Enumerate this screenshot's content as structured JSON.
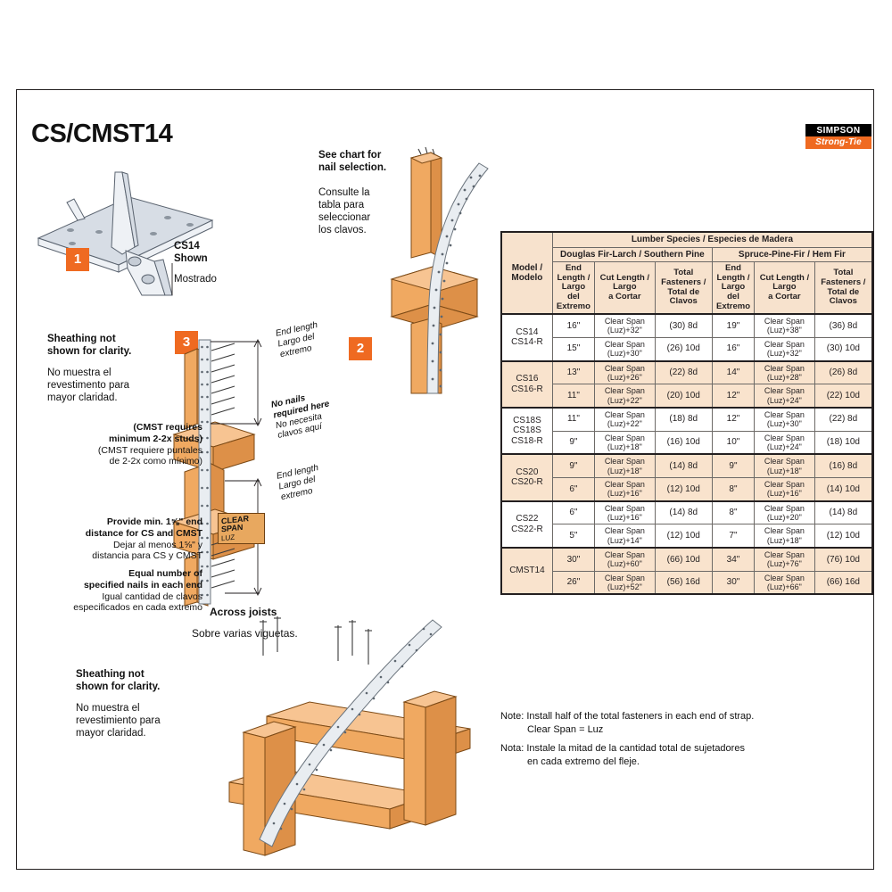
{
  "document": {
    "title": "CS/CMST14"
  },
  "logo": {
    "line1": "SIMPSON",
    "line2": "Strong-Tie",
    "black": "#000000",
    "orange": "#ef6a21"
  },
  "callouts": {
    "one": "1",
    "two": "2",
    "three": "3"
  },
  "figure1": {
    "model_label": "CS14",
    "shown_en": "Shown",
    "shown_es": "Mostrado"
  },
  "figure2": {
    "note_en_line1": "See chart for",
    "note_en_line2": "nail selection.",
    "note_es_line1": "Consulte la",
    "note_es_line2": "tabla para",
    "note_es_line3": "seleccionar",
    "note_es_line4": "los clavos."
  },
  "figure3": {
    "sheathing_en_line1": "Sheathing not",
    "sheathing_en_line2": "shown for clarity.",
    "sheathing_es_line1": "No muestra el",
    "sheathing_es_line2": "revestimento para",
    "sheathing_es_line3": "mayor claridad.",
    "end_length_en": "End length",
    "end_length_es_line1": "Largo del",
    "end_length_es_line2": "extremo",
    "no_nails_en_line1": "No nails",
    "no_nails_en_line2": "required here",
    "no_nails_es_line1": "No necesita",
    "no_nails_es_line2": "clavos aquí",
    "clear_span_line1": "CLEAR",
    "clear_span_line2": "SPAN",
    "clear_span_line3": "LUZ",
    "cmst_en_line1": "(CMST requires",
    "cmst_en_line2": "minimum 2-2x studs)",
    "cmst_es_line1": "(CMST requiere puntales",
    "cmst_es_line2": "de 2-2x como mínimo)",
    "end_dist_en_line1": "Provide min. 1⅝\" end",
    "end_dist_en_line2": "distance for CS and CMST",
    "end_dist_es_line1": "Dejar al menos 1⅝\" y",
    "end_dist_es_line2": "distancia para CS y CMST",
    "equal_en_line1": "Equal number of",
    "equal_en_line2": "specified nails in each end",
    "equal_es_line1": "Igual cantidad de clavos",
    "equal_es_line2": "especificados en cada extremo"
  },
  "figure4": {
    "across_en": "Across joists",
    "across_es": "Sobre varias viguetas.",
    "sheathing_en_line1": "Sheathing not",
    "sheathing_en_line2": "shown for clarity.",
    "sheathing_es_line1": "No muestra el",
    "sheathing_es_line2": "revestimiento para",
    "sheathing_es_line3": "mayor claridad."
  },
  "table": {
    "headers": {
      "species_group": "Lumber Species / Especies de Madera",
      "species_a": "Douglas Fir-Larch / Southern Pine",
      "species_b": "Spruce-Pine-Fir / Hem Fir",
      "model": "Model /\nModelo",
      "model_l1": "Model /",
      "model_l2": "Modelo",
      "end_length": "End\nLength /\nLargo\ndel\nExtremo",
      "end_length_l1": "End",
      "end_length_l2": "Length /",
      "end_length_l3": "Largo",
      "end_length_l4": "del",
      "end_length_l5": "Extremo",
      "cut_length_l1": "Cut Length /",
      "cut_length_l2": "Largo",
      "cut_length_l3": "a Cortar",
      "fasteners_l1": "Total",
      "fasteners_l2": "Fasteners /",
      "fasteners_l3": "Total de",
      "fasteners_l4": "Clavos"
    },
    "groups": [
      {
        "model_lines": [
          "CS14",
          "CS14-R"
        ],
        "shaded": false,
        "rows": [
          {
            "end_a": "16\"",
            "cut_a_l1": "Clear Span",
            "cut_a_l2": "(Luz)+32\"",
            "fast_a": "(30) 8d",
            "end_b": "19\"",
            "cut_b_l1": "Clear Span",
            "cut_b_l2": "(Luz)+38\"",
            "fast_b": "(36) 8d"
          },
          {
            "end_a": "15\"",
            "cut_a_l1": "Clear Span",
            "cut_a_l2": "(Luz)+30\"",
            "fast_a": "(26) 10d",
            "end_b": "16\"",
            "cut_b_l1": "Clear Span",
            "cut_b_l2": "(Luz)+32\"",
            "fast_b": "(30) 10d"
          }
        ]
      },
      {
        "model_lines": [
          "CS16",
          "CS16-R"
        ],
        "shaded": true,
        "rows": [
          {
            "end_a": "13\"",
            "cut_a_l1": "Clear Span",
            "cut_a_l2": "(Luz)+26\"",
            "fast_a": "(22) 8d",
            "end_b": "14\"",
            "cut_b_l1": "Clear Span",
            "cut_b_l2": "(Luz)+28\"",
            "fast_b": "(26) 8d"
          },
          {
            "end_a": "11\"",
            "cut_a_l1": "Clear Span",
            "cut_a_l2": "(Luz)+22\"",
            "fast_a": "(20) 10d",
            "end_b": "12\"",
            "cut_b_l1": "Clear Span",
            "cut_b_l2": "(Luz)+24\"",
            "fast_b": "(22) 10d"
          }
        ]
      },
      {
        "model_lines": [
          "CS18S",
          "CS18S",
          "CS18-R"
        ],
        "shaded": false,
        "rows": [
          {
            "end_a": "11\"",
            "cut_a_l1": "Clear Span",
            "cut_a_l2": "(Luz)+22\"",
            "fast_a": "(18) 8d",
            "end_b": "12\"",
            "cut_b_l1": "Clear Span",
            "cut_b_l2": "(Luz)+30\"",
            "fast_b": "(22) 8d"
          },
          {
            "end_a": "9\"",
            "cut_a_l1": "Clear Span",
            "cut_a_l2": "(Luz)+18\"",
            "fast_a": "(16) 10d",
            "end_b": "10\"",
            "cut_b_l1": "Clear Span",
            "cut_b_l2": "(Luz)+24\"",
            "fast_b": "(18) 10d"
          }
        ]
      },
      {
        "model_lines": [
          "CS20",
          "CS20-R"
        ],
        "shaded": true,
        "rows": [
          {
            "end_a": "9\"",
            "cut_a_l1": "Clear Span",
            "cut_a_l2": "(Luz)+18\"",
            "fast_a": "(14) 8d",
            "end_b": "9\"",
            "cut_b_l1": "Clear Span",
            "cut_b_l2": "(Luz)+18\"",
            "fast_b": "(16) 8d"
          },
          {
            "end_a": "6\"",
            "cut_a_l1": "Clear Span",
            "cut_a_l2": "(Luz)+16\"",
            "fast_a": "(12) 10d",
            "end_b": "8\"",
            "cut_b_l1": "Clear Span",
            "cut_b_l2": "(Luz)+16\"",
            "fast_b": "(14) 10d"
          }
        ]
      },
      {
        "model_lines": [
          "CS22",
          "CS22-R"
        ],
        "shaded": false,
        "rows": [
          {
            "end_a": "6\"",
            "cut_a_l1": "Clear Span",
            "cut_a_l2": "(Luz)+16\"",
            "fast_a": "(14) 8d",
            "end_b": "8\"",
            "cut_b_l1": "Clear Span",
            "cut_b_l2": "(Luz)+20\"",
            "fast_b": "(14) 8d"
          },
          {
            "end_a": "5\"",
            "cut_a_l1": "Clear Span",
            "cut_a_l2": "(Luz)+14\"",
            "fast_a": "(12) 10d",
            "end_b": "7\"",
            "cut_b_l1": "Clear Span",
            "cut_b_l2": "(Luz)+18\"",
            "fast_b": "(12) 10d"
          }
        ]
      },
      {
        "model_lines": [
          "CMST14"
        ],
        "shaded": true,
        "rows": [
          {
            "end_a": "30\"",
            "cut_a_l1": "Clear Span",
            "cut_a_l2": "(Luz)+60\"",
            "fast_a": "(66) 10d",
            "end_b": "34\"",
            "cut_b_l1": "Clear Span",
            "cut_b_l2": "(Luz)+76\"",
            "fast_b": "(76) 10d"
          },
          {
            "end_a": "26\"",
            "cut_a_l1": "Clear Span",
            "cut_a_l2": "(Luz)+52\"",
            "fast_a": "(56) 16d",
            "end_b": "30\"",
            "cut_b_l1": "Clear Span",
            "cut_b_l2": "(Luz)+66\"",
            "fast_b": "(66) 16d"
          }
        ]
      }
    ]
  },
  "notes": {
    "en_line1": "Note: Install half of the total fasteners in each end of strap.",
    "en_line2": "Clear Span = Luz",
    "es_line1": "Nota: Instale la mitad de la cantidad total de sujetadores",
    "es_line2": "en cada extremo del fleje."
  },
  "colors": {
    "accent_orange": "#ef6a21",
    "table_band": "#f9e3cd",
    "header_band": "#f7e2cd",
    "wood": "#f0a961",
    "metal": "#d7dde5"
  }
}
